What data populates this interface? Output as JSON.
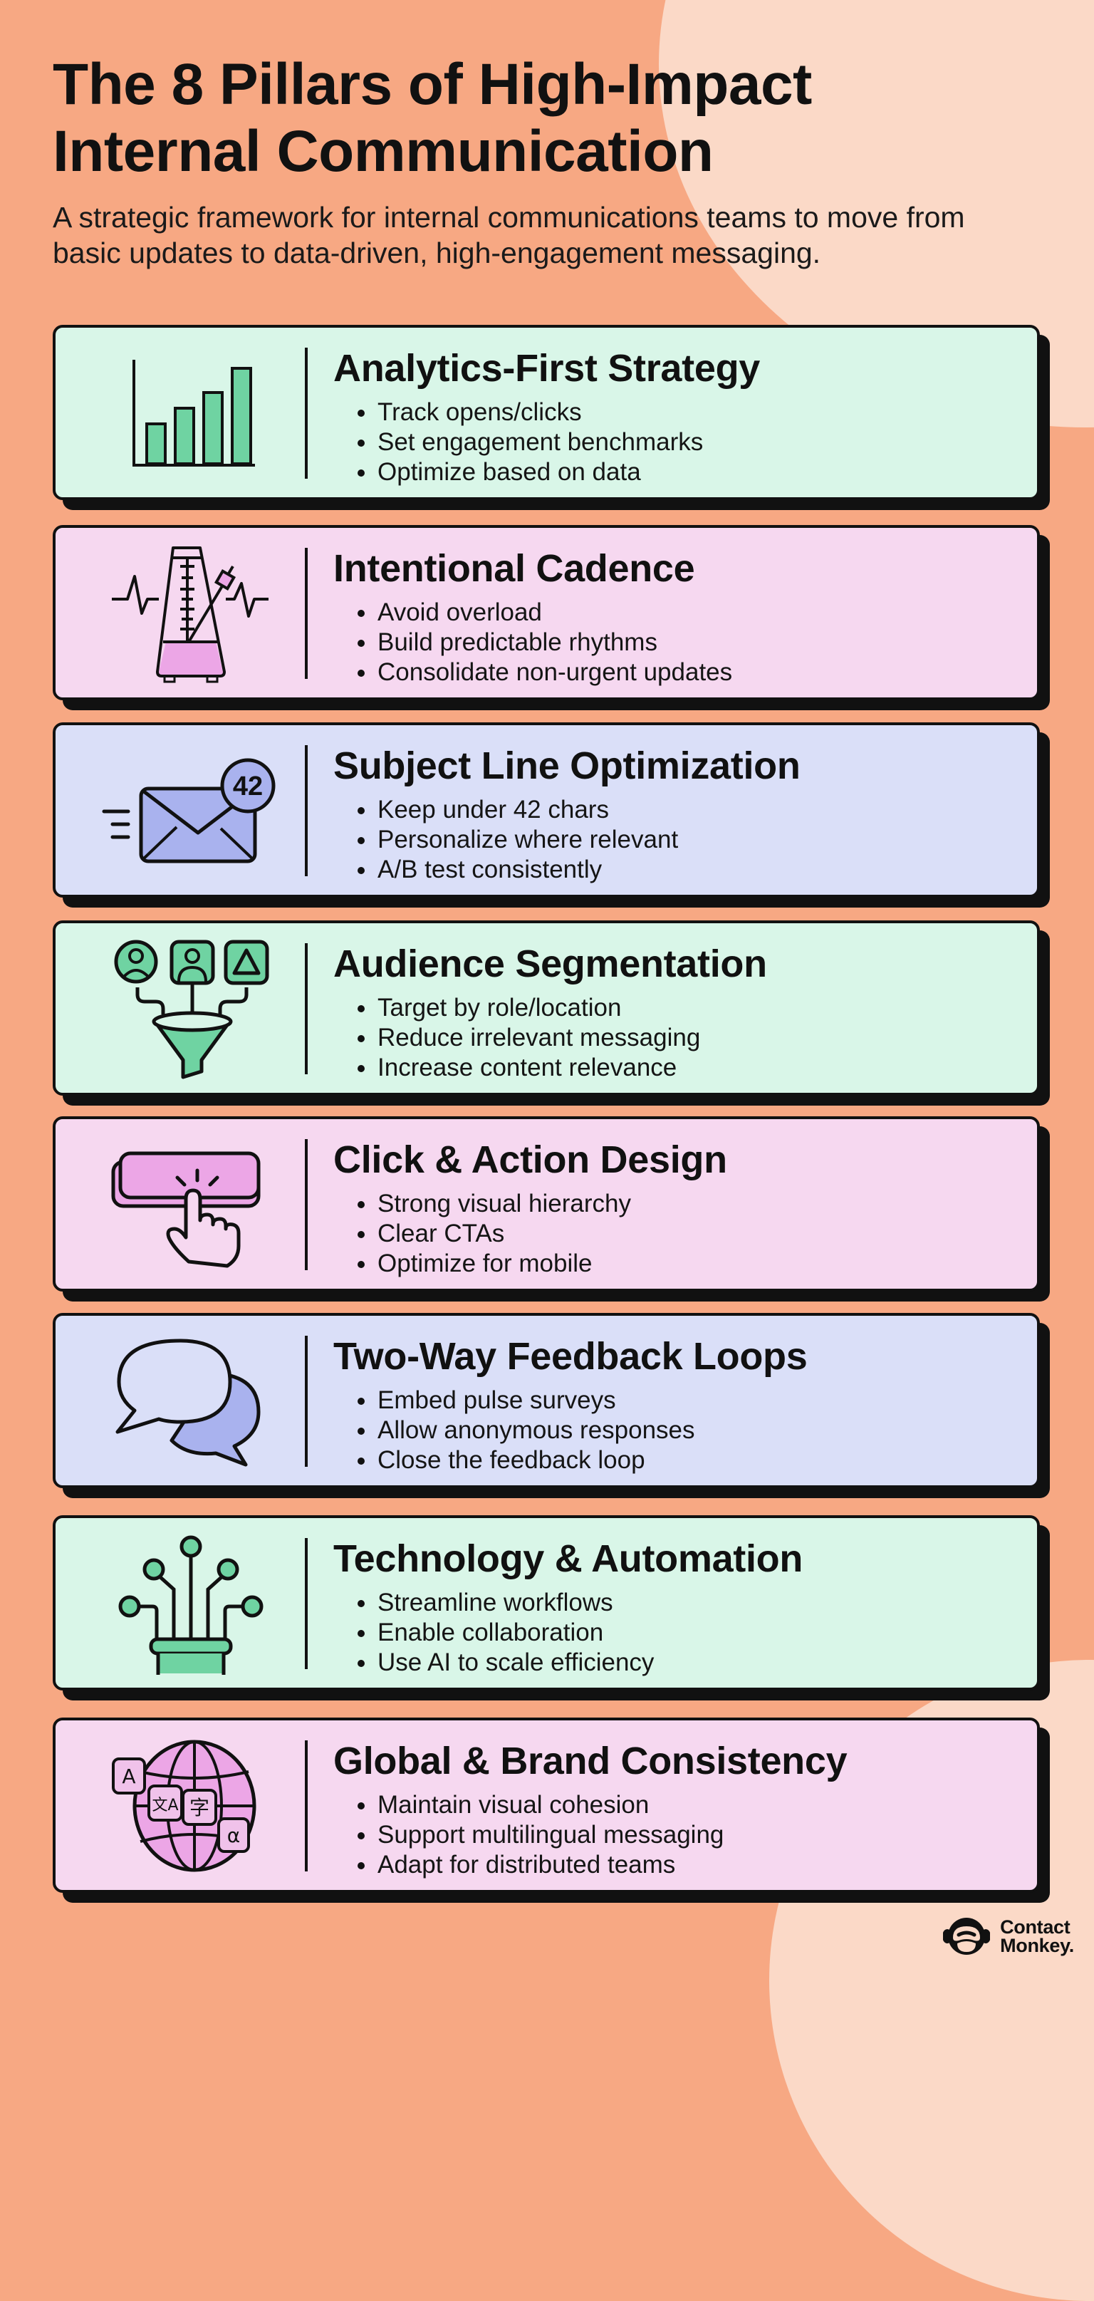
{
  "header": {
    "title_line1": "The 8 Pillars of High-Impact",
    "title_line2": "Internal Communication",
    "subtitle": "A strategic framework for internal communications teams to move from basic updates to data-driven, high-engagement messaging."
  },
  "colors": {
    "background": "#f7a883",
    "background_blob": "#fbd9c7",
    "mint_card": "#d9f6e8",
    "pink_card": "#f6d8f0",
    "lavender_card": "#dadff8",
    "mint_accent": "#6fd3a2",
    "pink_accent": "#eca6e6",
    "lavender_accent": "#a9b2ee",
    "outline": "#111111"
  },
  "pillars": [
    {
      "title": "Analytics-First Strategy",
      "icon": "bar-chart-icon",
      "color": "mint",
      "bullets": [
        "Track opens/clicks",
        "Set engagement benchmarks",
        "Optimize based on data"
      ]
    },
    {
      "title": "Intentional Cadence",
      "icon": "metronome-icon",
      "color": "pink",
      "bullets": [
        "Avoid overload",
        "Build predictable rhythms",
        "Consolidate non-urgent updates"
      ]
    },
    {
      "title": "Subject Line Optimization",
      "icon": "envelope-badge-icon",
      "color": "lavender",
      "badge": "42",
      "bullets": [
        "Keep under 42 chars",
        "Personalize where relevant",
        "A/B test consistently"
      ]
    },
    {
      "title": "Audience Segmentation",
      "icon": "audience-funnel-icon",
      "color": "mint",
      "bullets": [
        "Target by role/location",
        "Reduce irrelevant messaging",
        "Increase content relevance"
      ]
    },
    {
      "title": "Click & Action Design",
      "icon": "button-click-icon",
      "color": "pink",
      "bullets": [
        "Strong visual hierarchy",
        "Clear CTAs",
        "Optimize for mobile"
      ]
    },
    {
      "title": "Two-Way Feedback Loops",
      "icon": "speech-bubbles-icon",
      "color": "lavender",
      "bullets": [
        "Embed pulse surveys",
        "Allow anonymous responses",
        "Close the feedback loop"
      ]
    },
    {
      "title": "Technology & Automation",
      "icon": "circuit-network-icon",
      "color": "mint",
      "bullets": [
        "Streamline workflows",
        "Enable collaboration",
        "Use AI to scale efficiency"
      ]
    },
    {
      "title": "Global & Brand Consistency",
      "icon": "globe-translate-icon",
      "color": "pink",
      "glyphs": [
        "A",
        "文A",
        "字",
        "α"
      ],
      "bullets": [
        "Maintain visual cohesion",
        "Support multilingual messaging",
        "Adapt for distributed teams"
      ]
    }
  ],
  "footer": {
    "logo_line1": "Contact",
    "logo_line2": "Monkey."
  }
}
